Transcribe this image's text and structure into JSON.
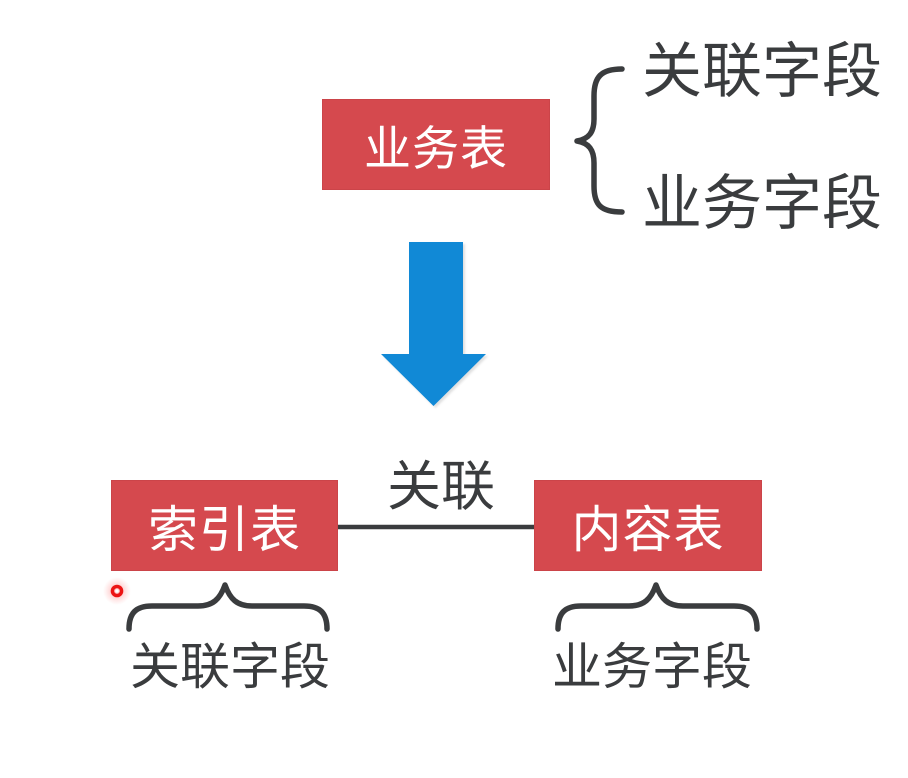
{
  "slide": {
    "top_section": {
      "table_label": "业务表",
      "fields": [
        {
          "label": "关联字段"
        },
        {
          "label": "业务字段"
        }
      ]
    },
    "transform_arrow_icon": "down-arrow",
    "bottom_section": {
      "relation_label": "关联",
      "left_table": {
        "label": "索引表",
        "field_label": "关联字段"
      },
      "right_table": {
        "label": "内容表",
        "field_label": "业务字段"
      }
    },
    "laser_pointer": {
      "color": "#ec1414"
    },
    "colors": {
      "table_fill": "#d5494e",
      "table_text": "#ffffff",
      "ink": "#3a3c3e",
      "arrow_blue": "#1189d6",
      "background": "#ffffff"
    }
  }
}
